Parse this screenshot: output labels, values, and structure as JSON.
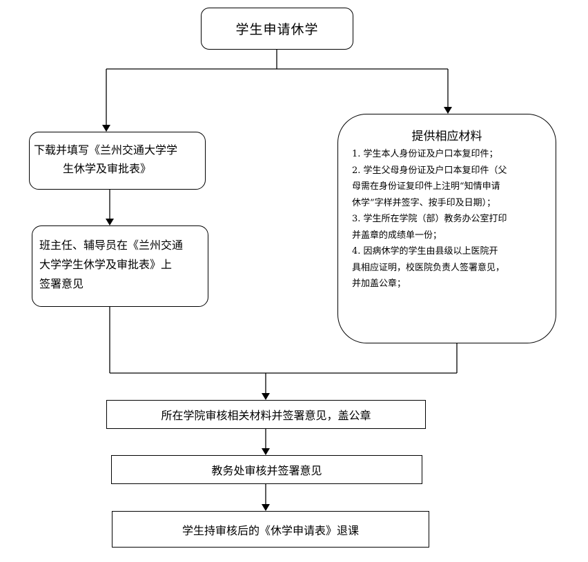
{
  "nodes": {
    "start": "学生申请休学",
    "download": {
      "line1": "下载并填写《兰州交通大学学",
      "line2": "生休学及审批表》"
    },
    "teacher": {
      "line1": "班主任、辅导员在《兰州交通",
      "line2": "大学学生休学及审批表》上",
      "line3": "签署意见"
    },
    "materials": {
      "title": "提供相应材料",
      "items": [
        "1. 学生本人身份证及户口本复印件；",
        "2. 学生父母身份证及户口本复印件（父",
        "母需在身份证复印件上注明“知情申请",
        "休学”字样并签字、按手印及日期）；",
        "3. 学生所在学院（部）教务办公室打印",
        "并盖章的成绩单一份；",
        "4. 因病休学的学生由县级以上医院开",
        "具相应证明，校医院负责人签署意见，",
        "并加盖公章；"
      ]
    },
    "college": "所在学院审核相关材料并签署意见，盖公章",
    "academic": "教务处审核并签署意见",
    "final": "学生持审核后的《休学申请表》退课"
  }
}
